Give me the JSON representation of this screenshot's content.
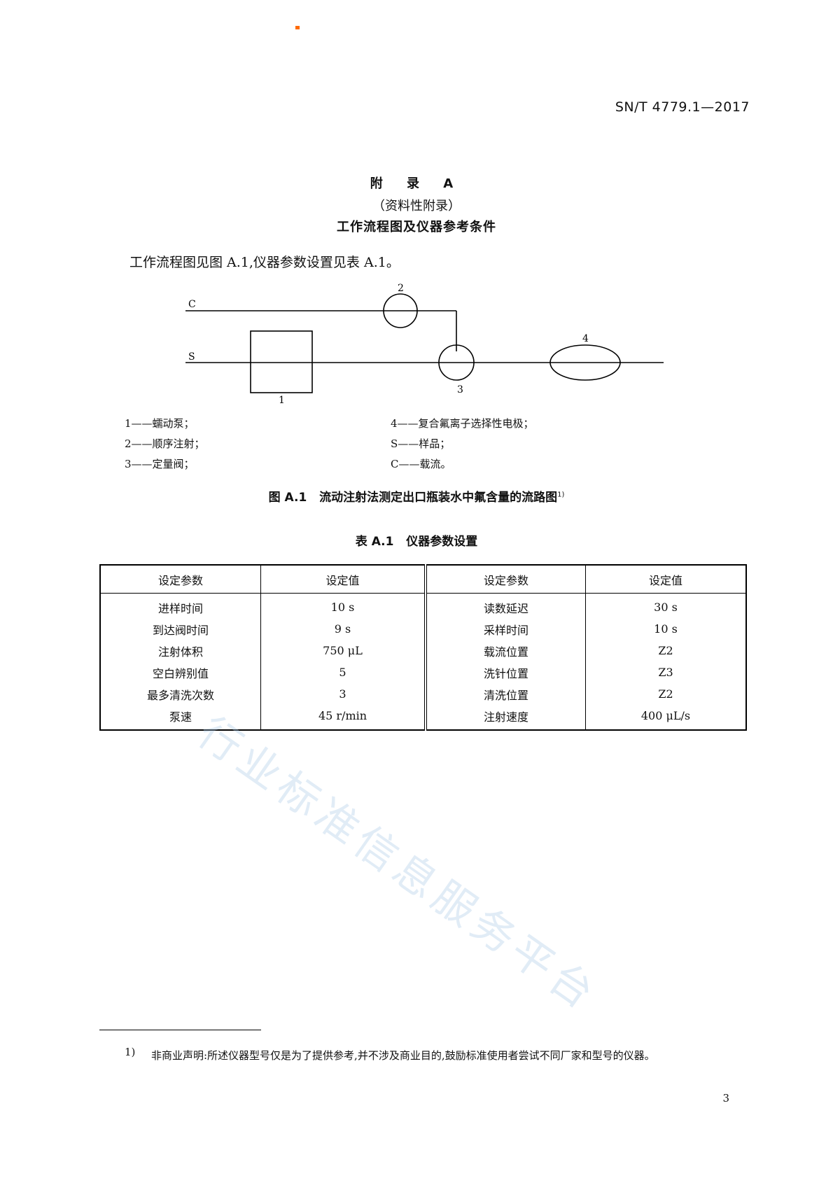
{
  "header": {
    "code": "SN/T 4779.1—2017"
  },
  "appendix": {
    "title": "附 录 A",
    "subtitle": "（资料性附录）",
    "heading": "工作流程图及仪器参考条件"
  },
  "intro": "工作流程图见图 A.1,仪器参数设置见表 A.1。",
  "diagram": {
    "label_c": "C",
    "label_s": "S",
    "label_1": "1",
    "label_2": "2",
    "label_3": "3",
    "label_4": "4"
  },
  "legend": {
    "left": [
      "1——蠕动泵；",
      "2——顺序注射；",
      "3——定量阀；"
    ],
    "right": [
      "4——复合氟离子选择性电极；",
      "S——样品；",
      "C——载流。"
    ]
  },
  "figure_caption": {
    "text": "图 A.1   流动注射法测定出口瓶装水中氟含量的流路图",
    "sup": "1)"
  },
  "table_caption": "表 A.1   仪器参数设置",
  "table": {
    "headers": [
      "设定参数",
      "设定值",
      "设定参数",
      "设定值"
    ],
    "rows": [
      [
        "进样时间",
        "10 s",
        "读数延迟",
        "30 s"
      ],
      [
        "到达阀时间",
        "9 s",
        "采样时间",
        "10 s"
      ],
      [
        "注射体积",
        "750 μL",
        "载流位置",
        "Z2"
      ],
      [
        "空白辨别值",
        "5",
        "洗针位置",
        "Z3"
      ],
      [
        "最多清洗次数",
        "3",
        "清洗位置",
        "Z2"
      ],
      [
        "泵速",
        "45 r/min",
        "注射速度",
        "400 μL/s"
      ]
    ]
  },
  "watermark": "行业标准信息服务平台",
  "footnote": {
    "num": "1)",
    "text": "非商业声明:所述仪器型号仅是为了提供参考,并不涉及商业目的,鼓励标准使用者尝试不同厂家和型号的仪器。"
  },
  "page_number": "3"
}
